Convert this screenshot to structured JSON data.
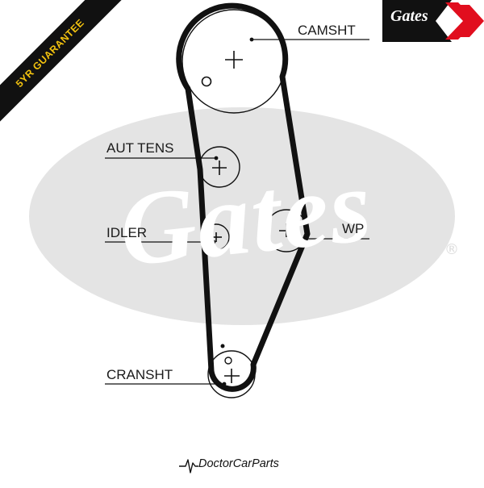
{
  "badge": {
    "text": "5YR GUARANTEE",
    "bg_color": "#111111",
    "text_color": "#f2c20f"
  },
  "brand": {
    "name": "Gates",
    "bg_color": "#111111",
    "accent_color": "#e10e1e"
  },
  "watermark": {
    "text": "Gates",
    "registered_mark": "®",
    "color": "#e4e4e4"
  },
  "diagram": {
    "labels": {
      "camshaft": "CAMSHT",
      "auto_tensioner": "AUT TENS",
      "idler": "IDLER",
      "water_pump": "WP",
      "crankshaft": "CRANSHT"
    },
    "belt_color": "#111111"
  },
  "footer": {
    "brand_text": "DoctorCarParts"
  }
}
